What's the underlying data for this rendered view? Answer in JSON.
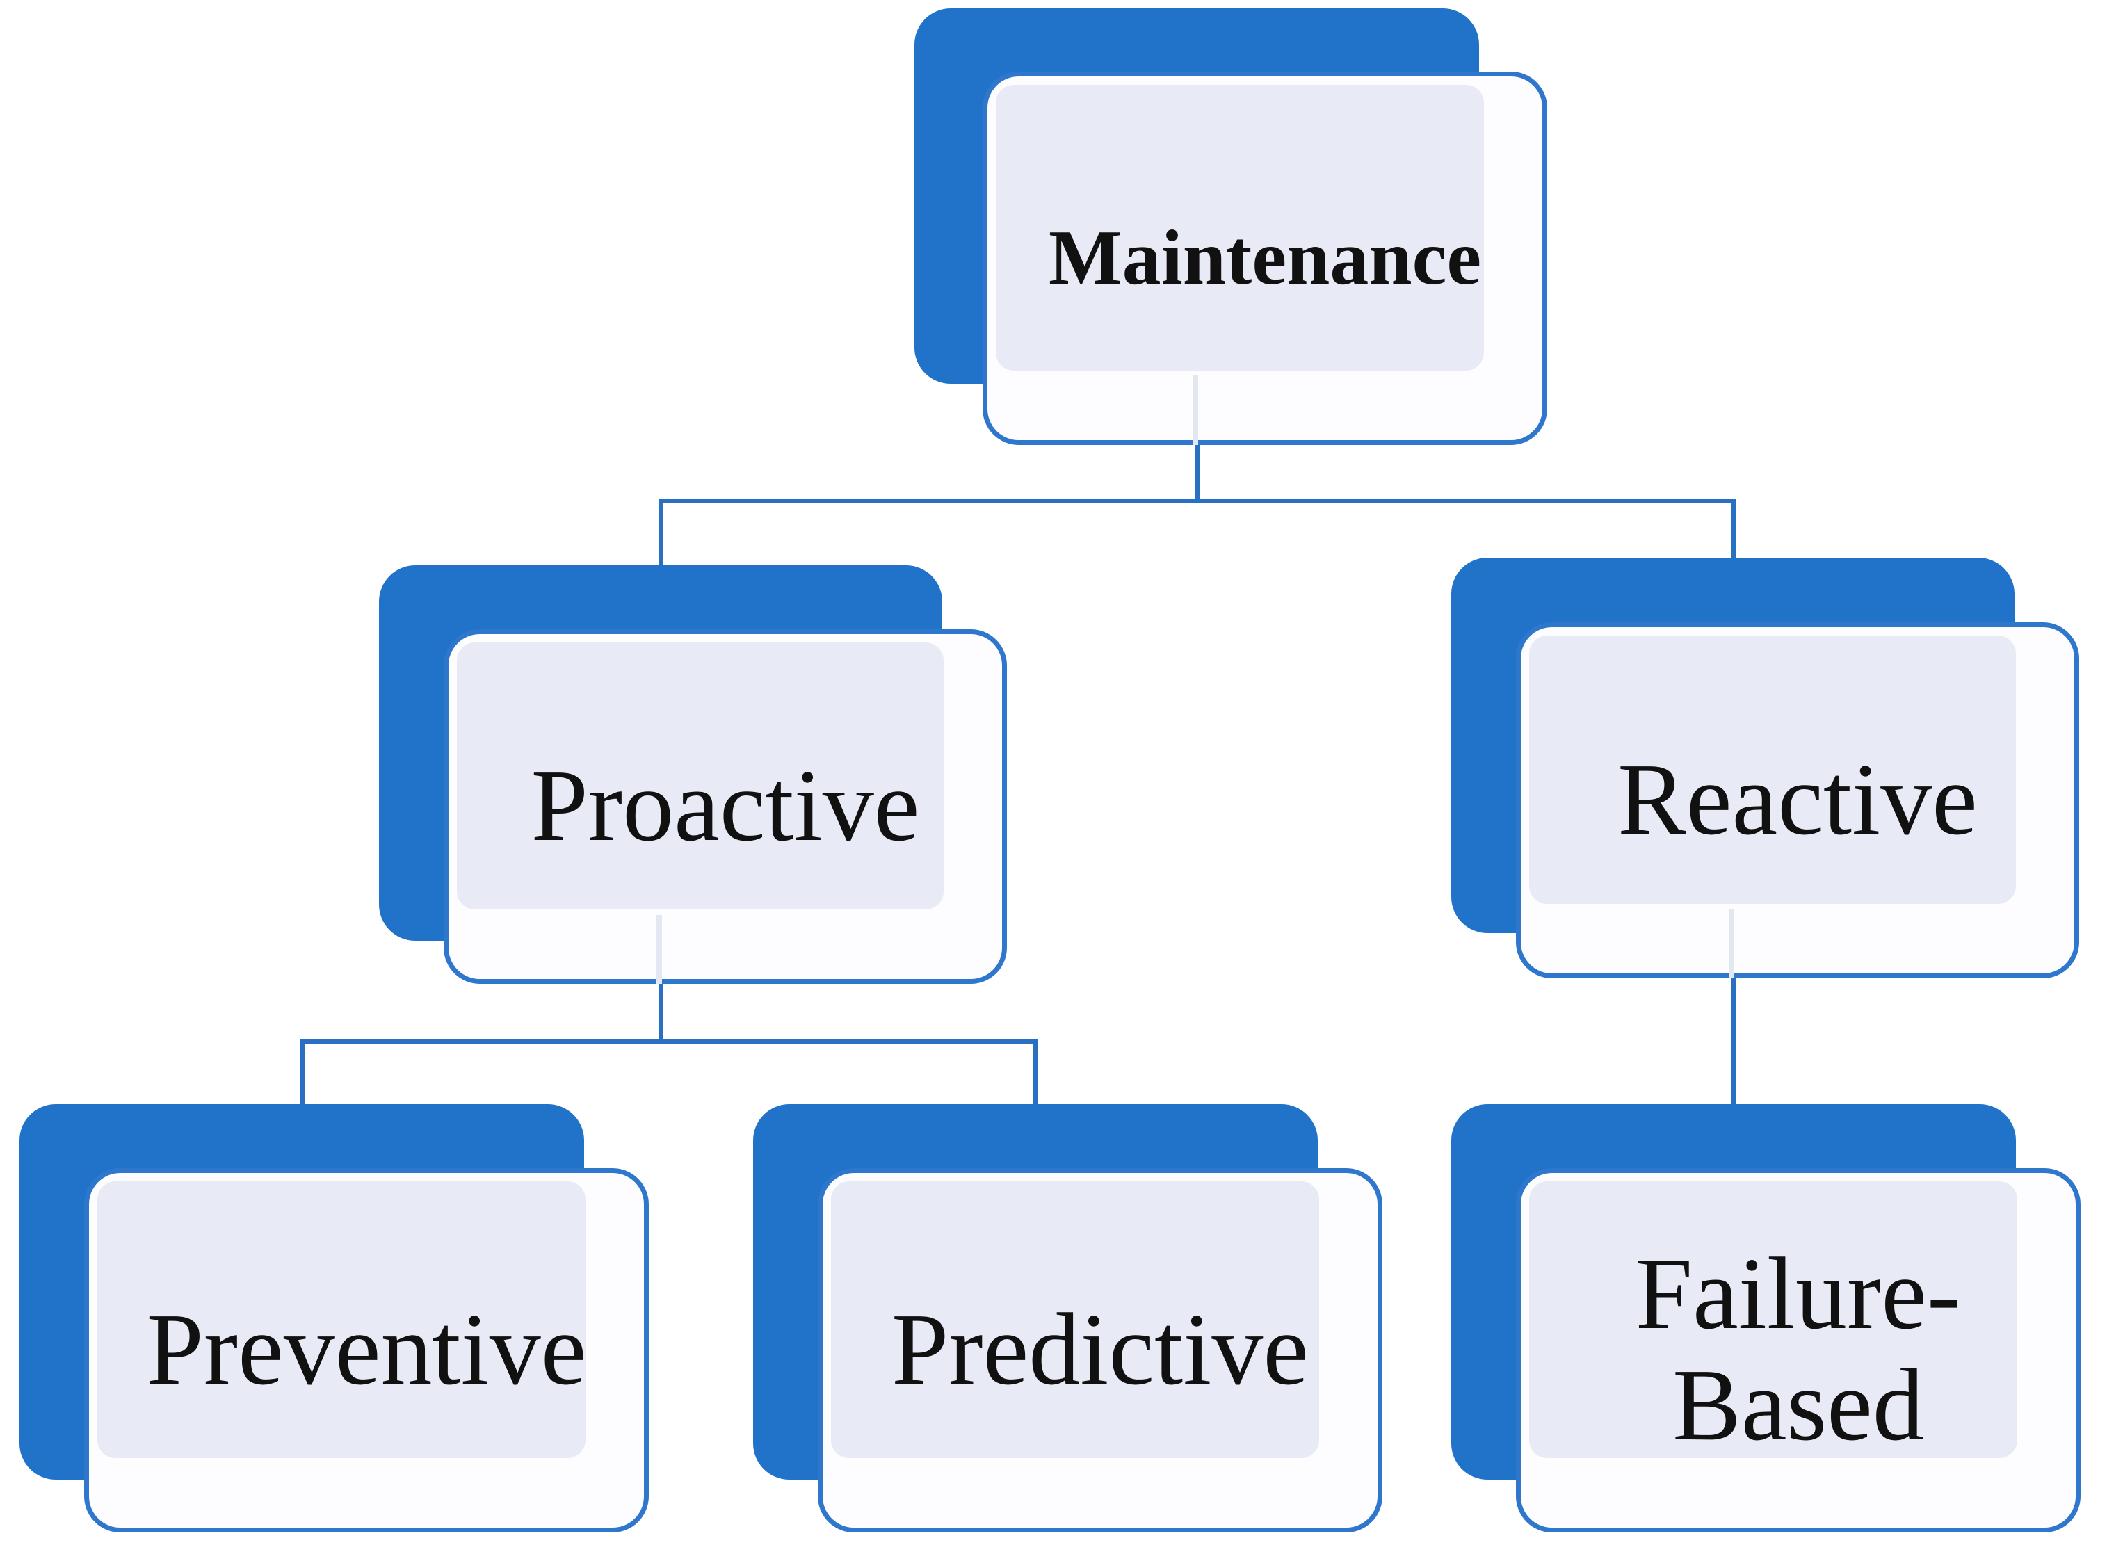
{
  "diagram": {
    "type": "hierarchy-tree",
    "description": "Maintenance classification diagram",
    "levels": 3
  },
  "nodes": [
    {
      "id": "maintenance",
      "label": "Maintenance",
      "parent": null,
      "emphasis": "bold"
    },
    {
      "id": "proactive",
      "label": "Proactive",
      "parent": "maintenance",
      "emphasis": "regular"
    },
    {
      "id": "reactive",
      "label": "Reactive",
      "parent": "maintenance",
      "emphasis": "regular"
    },
    {
      "id": "preventive",
      "label": "Preventive",
      "parent": "proactive",
      "emphasis": "regular"
    },
    {
      "id": "predictive",
      "label": "Predictive",
      "parent": "proactive",
      "emphasis": "regular"
    },
    {
      "id": "failure-based",
      "label": "Failure-\nBased",
      "parent": "reactive",
      "emphasis": "regular"
    }
  ],
  "edges": [
    {
      "from": "maintenance",
      "to": "proactive"
    },
    {
      "from": "maintenance",
      "to": "reactive"
    },
    {
      "from": "proactive",
      "to": "preventive"
    },
    {
      "from": "proactive",
      "to": "predictive"
    },
    {
      "from": "reactive",
      "to": "failure-based"
    }
  ],
  "colors": {
    "back-fill": "#2173C9",
    "border-blue": "#2E77CC",
    "front-fill": "#FDFDFF",
    "inset-fill": "#E8EBF5",
    "connector": "#2A70C2",
    "faint-stem": "#E2E7F1",
    "text-color": "#111111"
  }
}
